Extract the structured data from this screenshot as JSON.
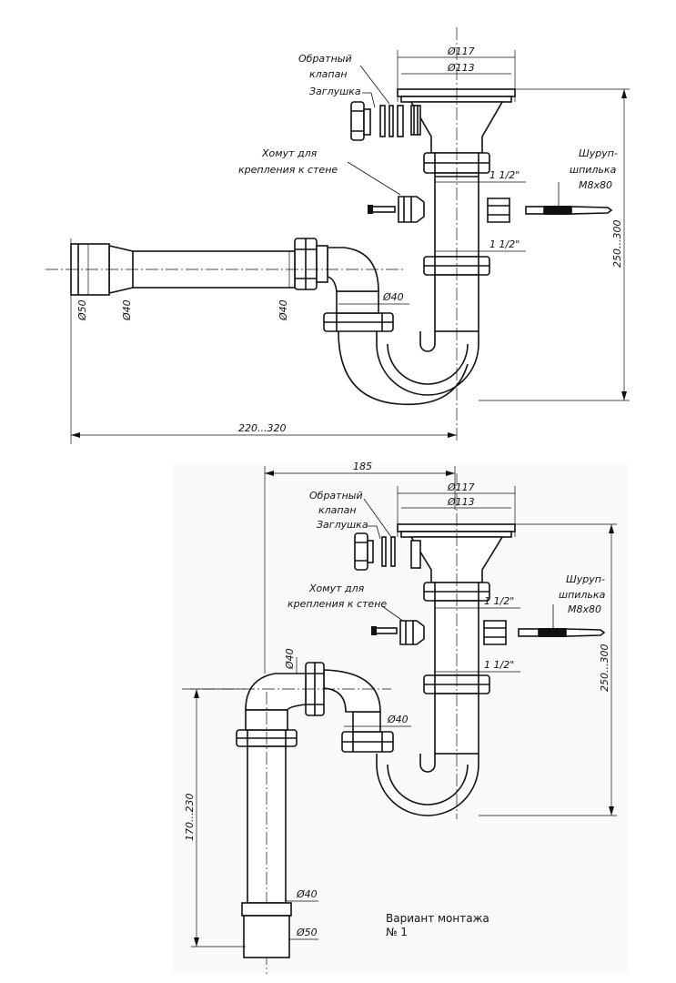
{
  "top_view": {
    "callouts": {
      "check_valve": [
        "Обратный",
        "клапан"
      ],
      "plug": "Заглушка",
      "wall_clamp": [
        "Хомут для",
        "крепления к стене"
      ],
      "screw_stud": [
        "Шуруп-",
        "шпилька",
        "M8x80"
      ]
    },
    "dimensions": {
      "d117": "Ø117",
      "d113": "Ø113",
      "thread_upper": "1 1/2\"",
      "thread_lower": "1 1/2\"",
      "height": "250...300",
      "d50": "Ø50",
      "d40_outlet": "Ø40",
      "d40_elbow": "Ø40",
      "d40_trap": "Ø40",
      "length": "220...320"
    }
  },
  "bottom_view": {
    "callouts": {
      "check_valve": [
        "Обратный",
        "клапан"
      ],
      "plug": "Заглушка",
      "wall_clamp": [
        "Хомут для",
        "крепления к стене"
      ],
      "screw_stud": [
        "Шуруп-",
        "шпилька",
        "M8x80"
      ]
    },
    "dimensions": {
      "offset": "185",
      "d117": "Ø117",
      "d113": "Ø113",
      "thread_upper": "1 1/2\"",
      "thread_lower": "1 1/2\"",
      "height": "250...300",
      "d40_top": "Ø40",
      "d40_trap": "Ø40",
      "height_down": "170...230",
      "d40_bottom": "Ø40",
      "d50_bottom": "Ø50"
    },
    "caption": [
      "Вариант монтажа",
      "№ 1"
    ]
  }
}
